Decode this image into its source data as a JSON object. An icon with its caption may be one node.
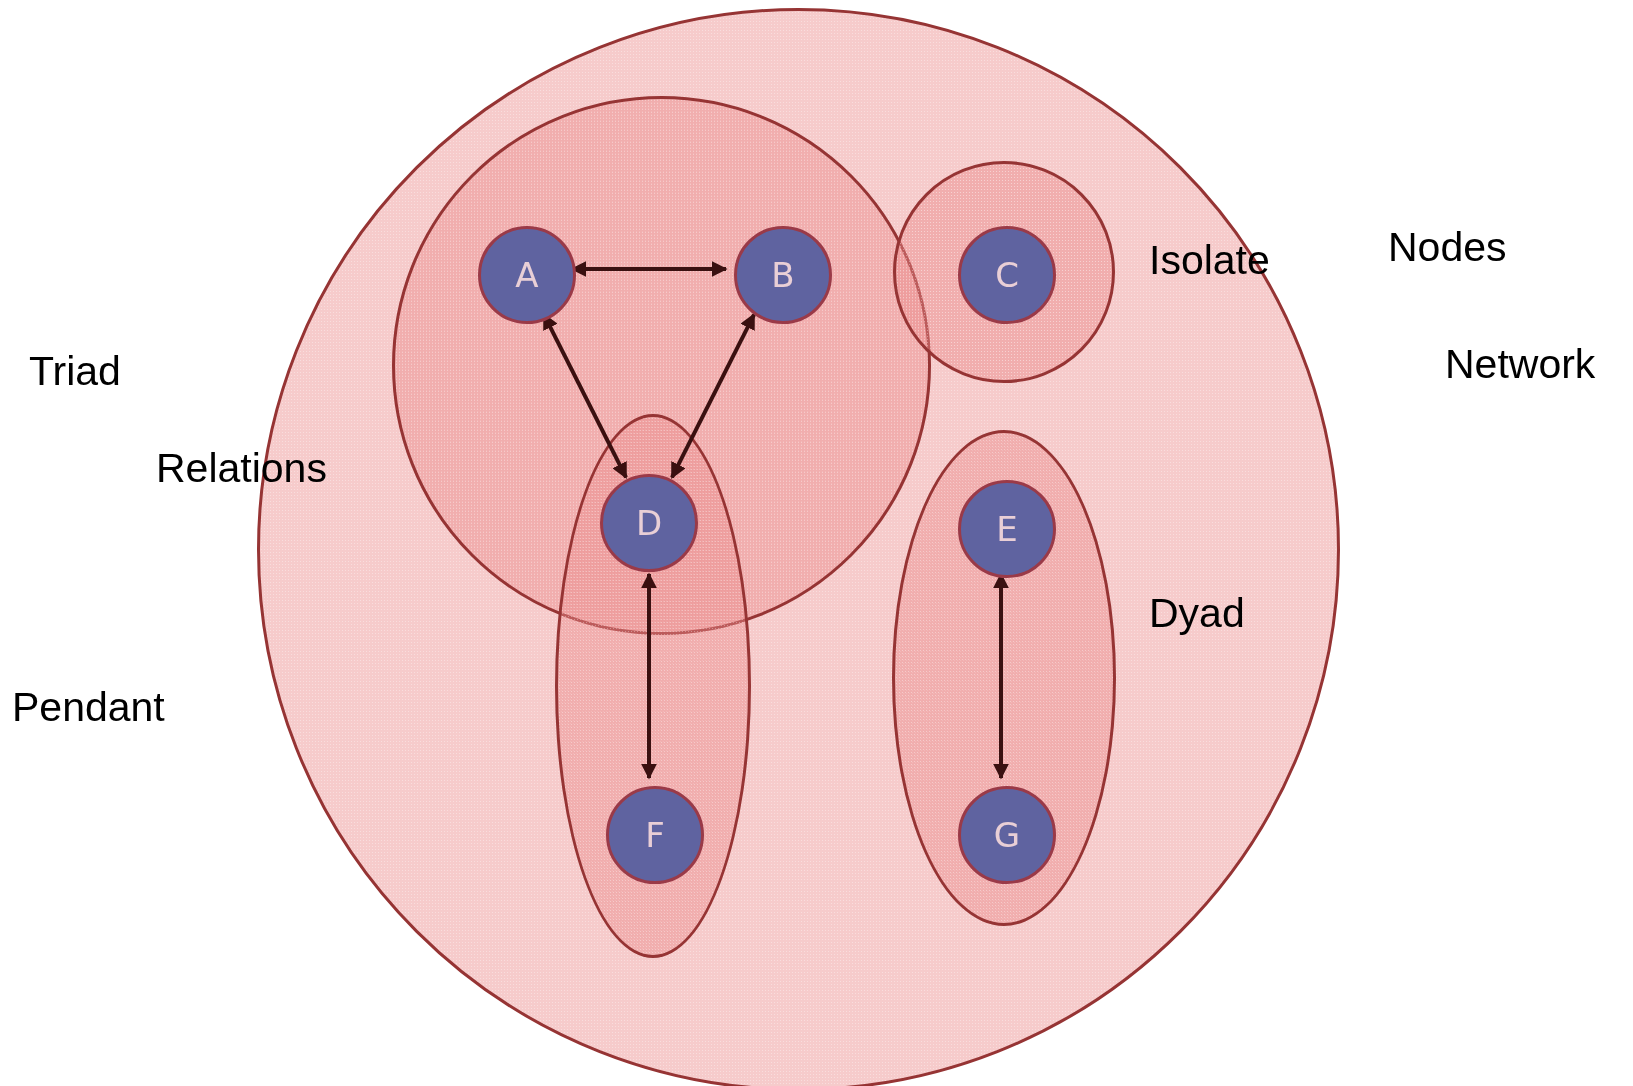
{
  "diagram": {
    "nodes": [
      {
        "text": [],
        "shape": "circle"
      },
      {
        "text": [],
        "shape": "circle",
        "in": 0
      },
      {
        "text": [
          "A"
        ],
        "in": 1
      },
      {
        "text": [
          "B"
        ],
        "in": 1
      },
      {
        "text": [],
        "shape": "circle",
        "in": 0
      },
      {
        "text": [
          "C"
        ],
        "in": 4
      },
      {
        "text": [],
        "shape": "ellipse",
        "in": 0
      },
      {
        "text": [
          "D"
        ]
      },
      {
        "text": [
          "F"
        ],
        "in": 6
      },
      {
        "text": [],
        "shape": "ellipse",
        "in": 0
      },
      {
        "text": [
          "E"
        ],
        "in": 9
      },
      {
        "text": [
          "G"
        ],
        "in": 9
      }
    ],
    "edges": [
      {
        "from": 2,
        "to": 3,
        "arrow": "both"
      },
      {
        "from": 2,
        "to": 7,
        "arrow": "both"
      },
      {
        "from": 3,
        "to": 7,
        "arrow": "both"
      },
      {
        "from": 7,
        "to": 8,
        "arrow": "both"
      },
      {
        "from": 10,
        "to": 11,
        "arrow": "both"
      }
    ],
    "labels": [
      "Nodes",
      "Isolate",
      "Triad",
      "Network",
      "Relations",
      "Dyad",
      "Pendant"
    ]
  }
}
